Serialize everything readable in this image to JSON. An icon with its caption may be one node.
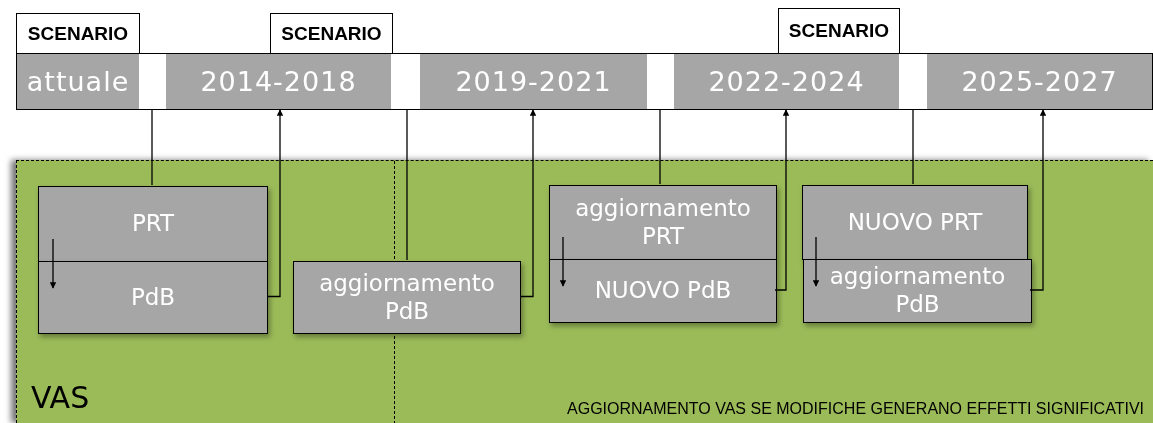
{
  "diagram": {
    "nodes": [
      {
        "text": [
          "SCENARIO"
        ]
      },
      {
        "text": [
          "attuale"
        ]
      },
      {
        "text": [
          "SCENARIO"
        ]
      },
      {
        "text": [
          "2014-2018"
        ]
      },
      {
        "text": [
          "2019-2021"
        ]
      },
      {
        "text": [
          "SCENARIO"
        ]
      },
      {
        "text": [
          "2022-2024"
        ]
      },
      {
        "text": [
          "2025-2027"
        ]
      },
      {
        "text": [
          "VAS"
        ]
      },
      {
        "text": [
          "AGGIORNAMENTO VAS SE MODIFICHE GENERANO EFFETTI SIGNIFICATIVI"
        ],
        "in": 8
      },
      {
        "text": [
          "PRT"
        ],
        "in": 8
      },
      {
        "text": [
          "PdB"
        ],
        "in": 8
      },
      {
        "text": [
          "aggiornamento PdB"
        ],
        "in": 8
      },
      {
        "text": [
          "aggiornamento PRT"
        ],
        "in": 9
      },
      {
        "text": [
          "NUOVO PdB"
        ],
        "in": 9
      },
      {
        "text": [
          "NUOVO PRT"
        ],
        "in": 9
      },
      {
        "text": [
          "aggiornamento PdB"
        ],
        "in": 9
      },
      {
        "text": [],
        "shape": "box"
      },
      {
        "text": [],
        "shape": "box"
      },
      {
        "text": [],
        "shape": "box"
      },
      {
        "text": [],
        "shape": "box"
      }
    ],
    "edges": [
      {
        "from": 17,
        "to": 10,
        "arrow": "none"
      },
      {
        "from": 10,
        "to": 11,
        "arrow": "to"
      },
      {
        "from": 11,
        "to": 3,
        "arrow": "to"
      },
      {
        "from": 18,
        "to": 12,
        "arrow": "none"
      },
      {
        "from": 12,
        "to": 4,
        "arrow": "to"
      },
      {
        "from": 19,
        "to": 13,
        "arrow": "none"
      },
      {
        "from": 13,
        "to": 14,
        "arrow": "to"
      },
      {
        "from": 14,
        "to": 6,
        "arrow": "to"
      },
      {
        "from": 20,
        "to": 15,
        "arrow": "none"
      },
      {
        "from": 15,
        "to": 16,
        "arrow": "to"
      },
      {
        "from": 16,
        "to": 7,
        "arrow": "to"
      }
    ]
  }
}
